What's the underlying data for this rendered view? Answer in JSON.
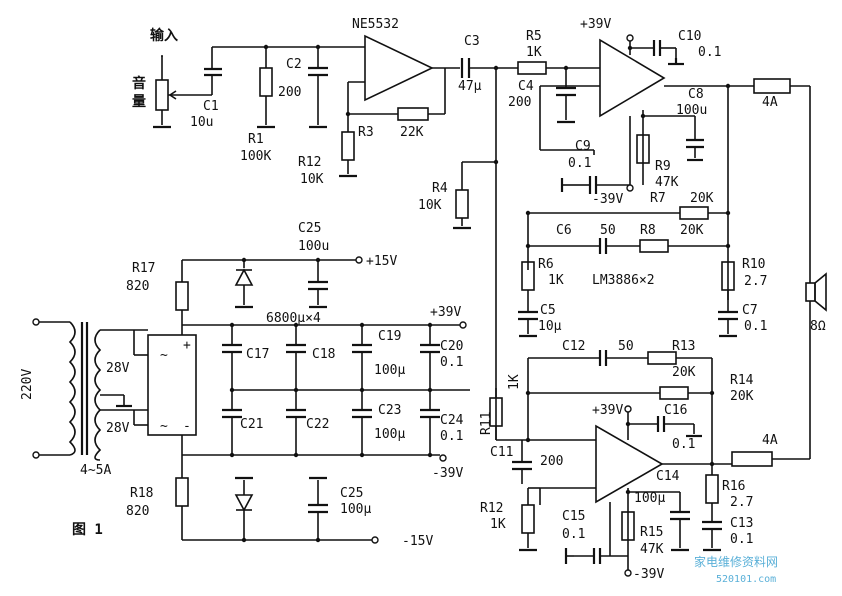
{
  "labels": {
    "input": "输入",
    "volume_a": "音",
    "volume_b": "量",
    "opamp": "NE5532",
    "c1": "C1",
    "c1_val": "10u",
    "c2": "C2",
    "c2_val": "200",
    "r1": "R1",
    "r1_val": "100K",
    "r3": "R3",
    "r3_val": "22K",
    "r12a": "R12",
    "r12a_val": "10K",
    "c3": "C3",
    "c3_val": "47μ",
    "r5": "R5",
    "r5_val": "1K",
    "c4": "C4",
    "c4_val": "200",
    "r4": "R4",
    "r4_val": "10K",
    "plus39_top": "+39V",
    "c10": "C10",
    "c10_val": "0.1",
    "c8": "C8",
    "c8_val": "100u",
    "fuse_top": "4A",
    "c9": "C9",
    "c9_val": "0.1",
    "r9": "R9",
    "r9_val": "47K",
    "minus39_top": "-39V",
    "r7": "R7",
    "r7_val": "20K",
    "c6": "C6",
    "c6_val": "50",
    "r8": "R8",
    "r8_val": "20K",
    "r6": "R6",
    "r6_val": "1K",
    "amp_ic": "LM3886×2",
    "r10": "R10",
    "r10_val": "2.7",
    "c5": "C5",
    "c5_val": "10μ",
    "c7": "C7",
    "c7_val": "0.1",
    "speaker": "8Ω",
    "c25a": "C25",
    "c25a_val": "100u",
    "plus15": "+15V",
    "r17": "R17",
    "r17_val": "820",
    "caps_note": "6800μ×4",
    "plus39_psu": "+39V",
    "v220": "220V",
    "v28a": "28V",
    "v28b": "28V",
    "c17": "C17",
    "c18": "C18",
    "c19": "C19",
    "c19_val": "100μ",
    "c20": "C20",
    "c20_val": "0.1",
    "c21": "C21",
    "c22": "C22",
    "c23": "C23",
    "c23_val": "100μ",
    "c24": "C24",
    "c24_val": "0.1",
    "minus39_psu": "-39V",
    "current": "4~5A",
    "r18": "R18",
    "r18_val": "820",
    "c25b": "C25",
    "c25b_val": "100μ",
    "minus15": "-15V",
    "fig": "图 1",
    "r11": "R11",
    "r11_val": "1K",
    "c12": "C12",
    "c12_val": "50",
    "r13": "R13",
    "r13_val": "20K",
    "r14": "R14",
    "r14_val": "20K",
    "plus39_bot": "+39V",
    "c16": "C16",
    "c16_val": "0.1",
    "fuse_bot": "4A",
    "c11": "C11",
    "c11_val": "200",
    "c14": "C14",
    "c14_val": "100μ",
    "r16": "R16",
    "r16_val": "2.7",
    "r12b": "R12",
    "r12b_val": "1K",
    "c15": "C15",
    "c15_val": "0.1",
    "r15": "R15",
    "r15_val": "47K",
    "c13": "C13",
    "c13_val": "0.1",
    "minus39_bot": "-39V",
    "wm_cn": "家电维修资料网",
    "wm_url": "520101.com"
  }
}
